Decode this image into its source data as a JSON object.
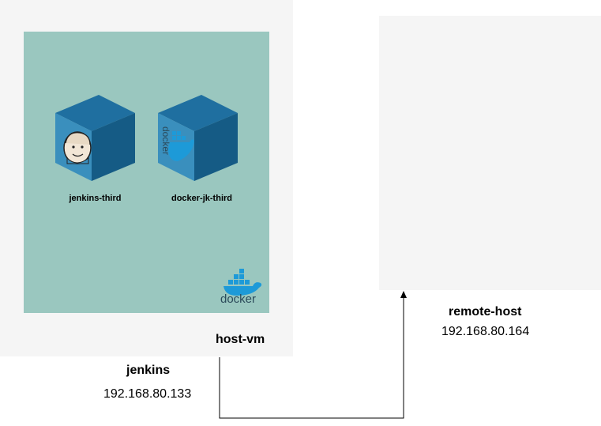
{
  "host_vm": {
    "label": "host-vm"
  },
  "containers": [
    {
      "name": "jenkins-third",
      "icon": "jenkins-icon"
    },
    {
      "name": "docker-jk-third",
      "icon": "docker-icon"
    }
  ],
  "docker_logo": {
    "text": "docker"
  },
  "jenkins_node": {
    "name": "jenkins",
    "ip": "192.168.80.133"
  },
  "remote_host": {
    "name": "remote-host",
    "ip": "192.168.80.164"
  },
  "colors": {
    "host_bg": "#f5f5f5",
    "docker_bg": "#9ac7bf",
    "cube_front": "#3a8fbd",
    "cube_top": "#1f6fa0",
    "cube_side": "#155b85",
    "docker_blue": "#1d9ad8",
    "arrow": "#000000"
  }
}
